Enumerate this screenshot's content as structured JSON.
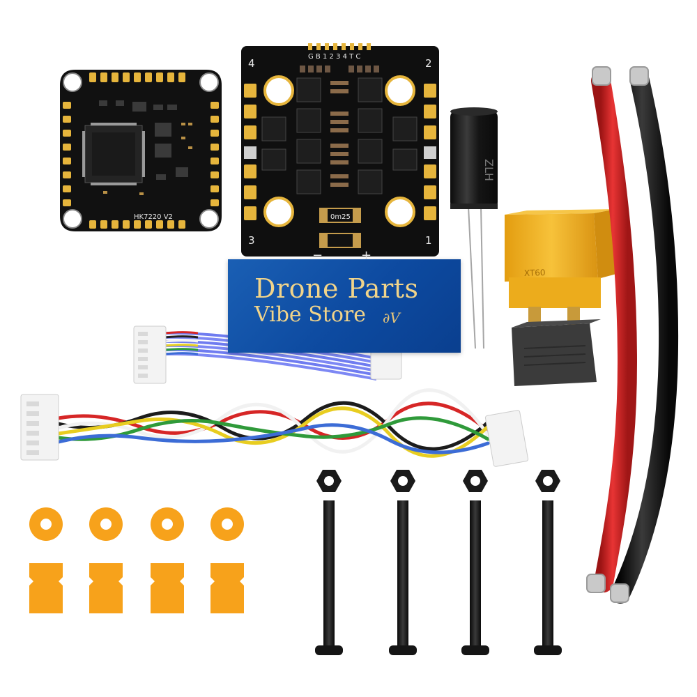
{
  "banner": {
    "line1": "Drone Parts",
    "line2": "Vibe Store",
    "mark": "∂V"
  },
  "flight_controller": {
    "model": "HK7220 V2"
  },
  "esc": {
    "header_pins": "G B 1 2 3 4 T C",
    "shunt": "0m25",
    "motor_labels": [
      "4",
      "2",
      "3",
      "1"
    ],
    "polarity": [
      "−",
      "+"
    ]
  },
  "capacitor": {
    "marking": "ZLH"
  },
  "connector": {
    "marking": "XT60"
  },
  "colors": {
    "pcb": "#121212",
    "gold": "#e6b53c",
    "orange": "#f7a21b",
    "connector_yellow": "#f2b01e",
    "red_wire": "#d42323",
    "black_wire": "#1b1b1b"
  }
}
